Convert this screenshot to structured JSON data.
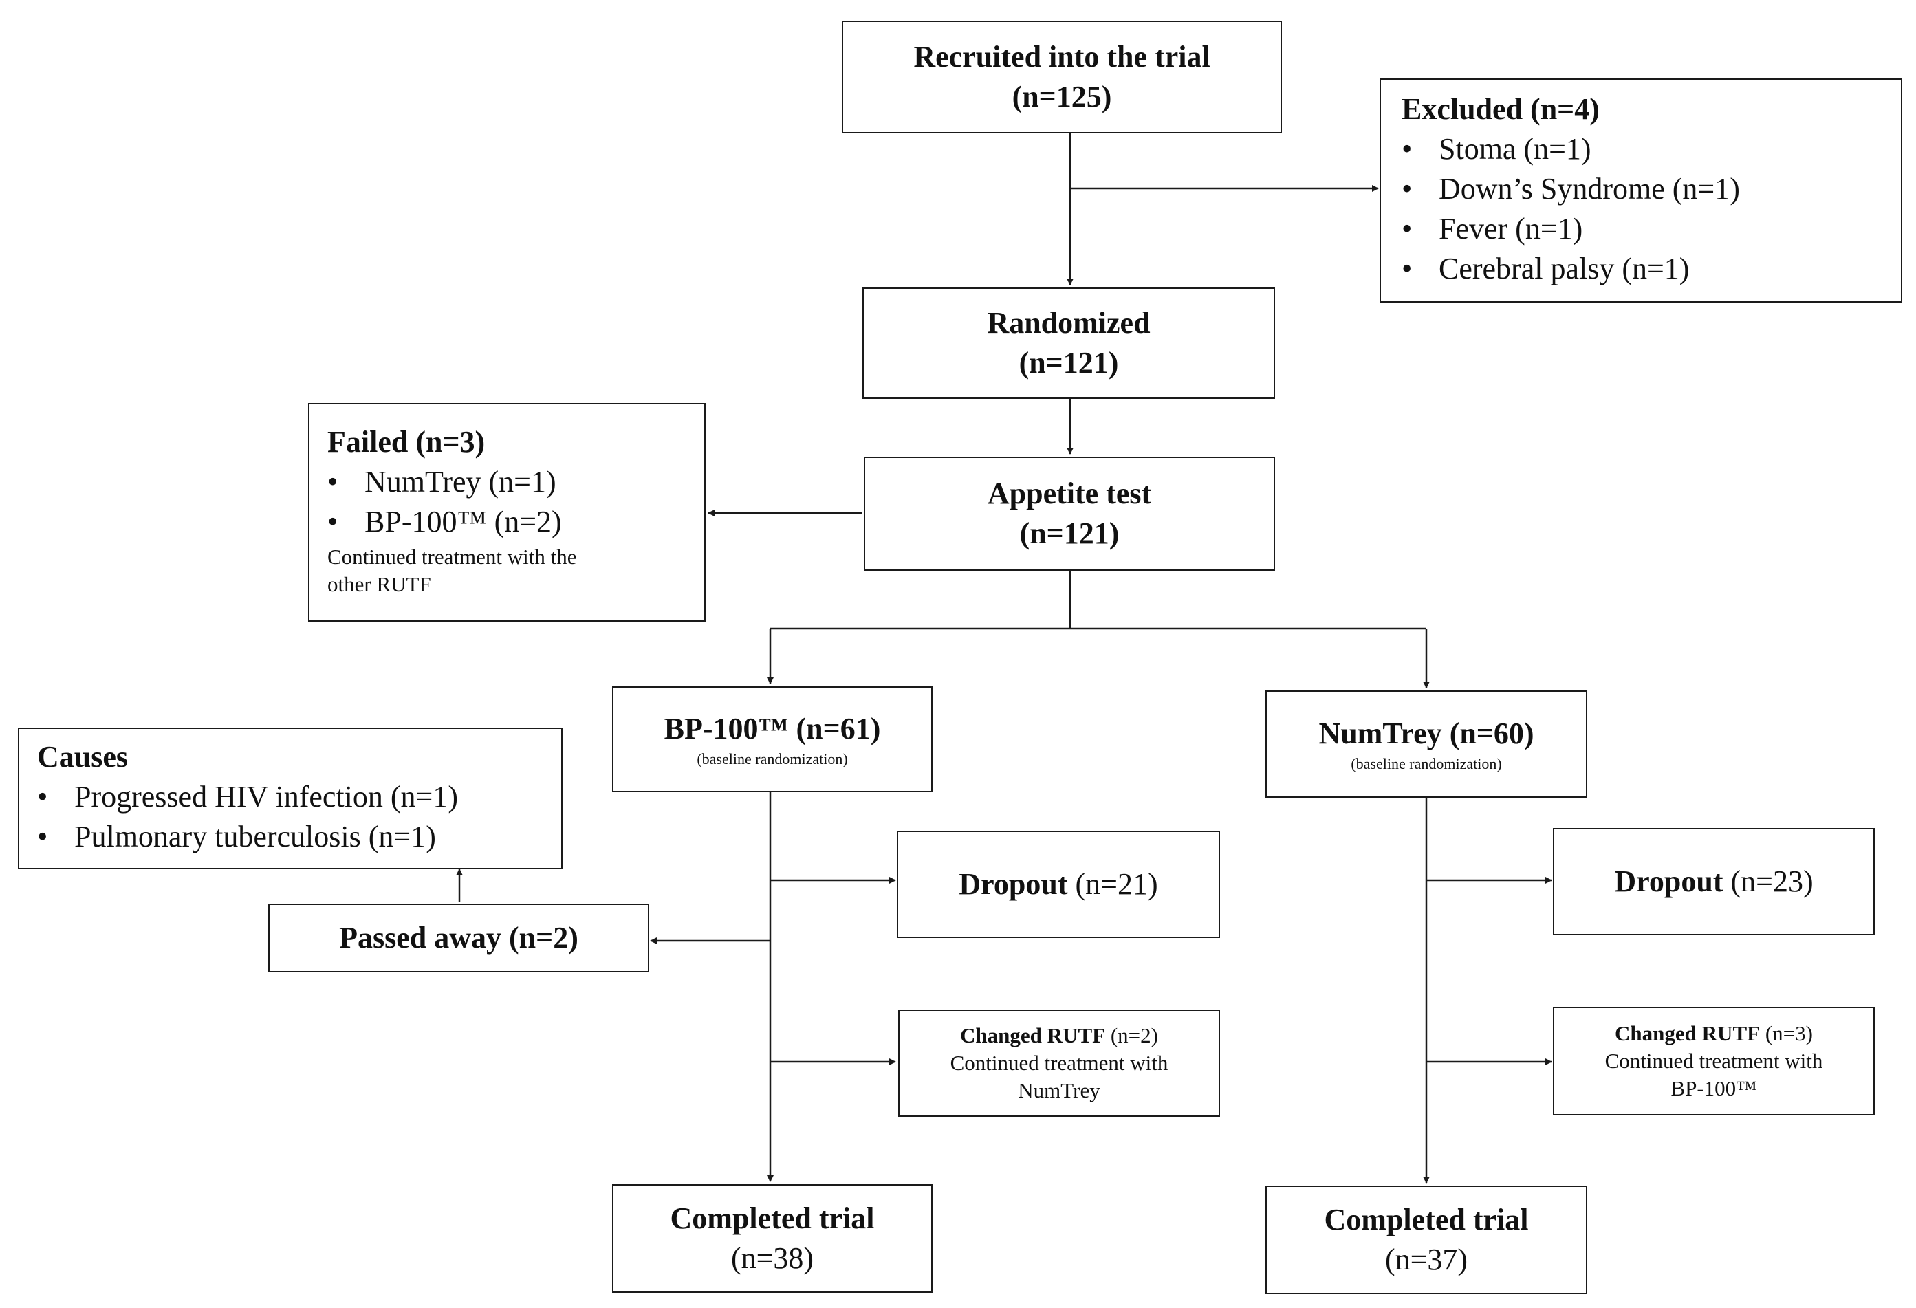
{
  "recruited": {
    "title": "Recruited into the trial",
    "count": "(n=125)"
  },
  "excluded": {
    "title": "Excluded",
    "count": "(n=4)",
    "items": [
      "Stoma (n=1)",
      "Down’s Syndrome (n=1)",
      "Fever (n=1)",
      "Cerebral palsy (n=1)"
    ]
  },
  "randomized": {
    "title": "Randomized",
    "count": "(n=121)"
  },
  "appetite": {
    "title": "Appetite test",
    "count": "(n=121)"
  },
  "failed": {
    "title": "Failed",
    "count": "(n=3)",
    "items": [
      "NumTrey (n=1)",
      "BP-100™ (n=2)"
    ],
    "note_line1": "Continued treatment with the",
    "note_line2": "other RUTF"
  },
  "bp_arm": {
    "title": "BP-100™",
    "count": "(n=61)",
    "subtitle": "(baseline randomization)"
  },
  "numtrey_arm": {
    "title": "NumTrey",
    "count": "(n=60)",
    "subtitle": "(baseline randomization)"
  },
  "causes": {
    "title": "Causes",
    "items": [
      "Progressed HIV infection (n=1)",
      "Pulmonary tuberculosis (n=1)"
    ]
  },
  "passed_away": {
    "title": "Passed away",
    "count": "(n=2)"
  },
  "dropout_bp": {
    "title": "Dropout",
    "count": "(n=21)"
  },
  "dropout_nt": {
    "title": "Dropout",
    "count": "(n=23)"
  },
  "changed_bp": {
    "title": "Changed RUTF",
    "count": "(n=2)",
    "line2": "Continued treatment with",
    "line3": "NumTrey"
  },
  "changed_nt": {
    "title": "Changed RUTF",
    "count": "(n=3)",
    "line2": "Continued treatment with",
    "line3": "BP-100™"
  },
  "completed_bp": {
    "title": "Completed trial",
    "count": "(n=38)"
  },
  "completed_nt": {
    "title": "Completed trial",
    "count": "(n=37)"
  },
  "colors": {
    "line": "#1a1a1a",
    "background": "#ffffff"
  }
}
